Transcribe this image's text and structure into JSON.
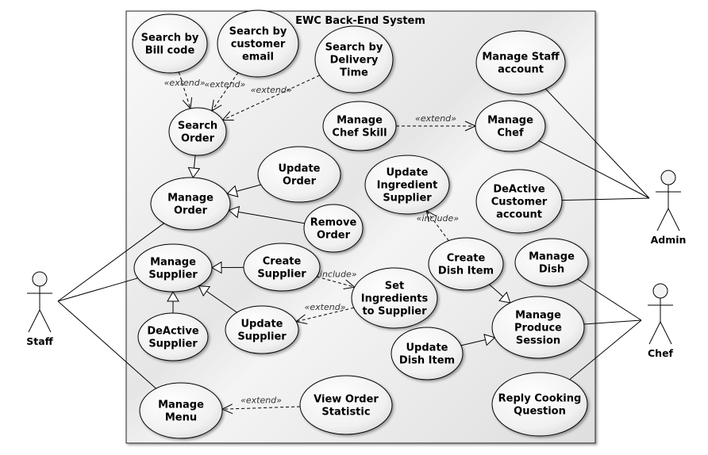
{
  "system": {
    "title": "EWC Back-End System"
  },
  "use_cases": [
    {
      "id": "search-bill",
      "lines": [
        "Search by",
        "Bill code"
      ]
    },
    {
      "id": "search-email",
      "lines": [
        "Search by",
        "customer",
        "email"
      ]
    },
    {
      "id": "search-delivery",
      "lines": [
        "Search by",
        "Delivery",
        "Time"
      ]
    },
    {
      "id": "search-order",
      "lines": [
        "Search",
        "Order"
      ]
    },
    {
      "id": "manage-order",
      "lines": [
        "Manage",
        "Order"
      ]
    },
    {
      "id": "update-order",
      "lines": [
        "Update",
        "Order"
      ]
    },
    {
      "id": "remove-order",
      "lines": [
        "Remove",
        "Order"
      ]
    },
    {
      "id": "manage-supplier",
      "lines": [
        "Manage",
        "Supplier"
      ]
    },
    {
      "id": "create-supplier",
      "lines": [
        "Create",
        "Supplier"
      ]
    },
    {
      "id": "update-supplier",
      "lines": [
        "Update",
        "Supplier"
      ]
    },
    {
      "id": "deactive-supplier",
      "lines": [
        "DeActive",
        "Supplier"
      ]
    },
    {
      "id": "set-ingredients",
      "lines": [
        "Set",
        "Ingredients",
        "to Supplier"
      ]
    },
    {
      "id": "manage-menu",
      "lines": [
        "Manage",
        "Menu"
      ]
    },
    {
      "id": "view-order-statistic",
      "lines": [
        "View Order",
        "Statistic"
      ]
    },
    {
      "id": "manage-chef-skill",
      "lines": [
        "Manage",
        "Chef Skill"
      ]
    },
    {
      "id": "manage-chef",
      "lines": [
        "Manage",
        "Chef"
      ]
    },
    {
      "id": "manage-staff-account",
      "lines": [
        "Manage Staff",
        "account"
      ]
    },
    {
      "id": "update-ingredient-supplier",
      "lines": [
        "Update",
        "Ingredient",
        "Supplier"
      ]
    },
    {
      "id": "deactive-customer",
      "lines": [
        "DeActive",
        "Customer",
        "account"
      ]
    },
    {
      "id": "create-dish-item",
      "lines": [
        "Create",
        "Dish Item"
      ]
    },
    {
      "id": "manage-dish",
      "lines": [
        "Manage",
        "Dish"
      ]
    },
    {
      "id": "manage-produce-session",
      "lines": [
        "Manage",
        "Produce",
        "Session"
      ]
    },
    {
      "id": "update-dish-item",
      "lines": [
        "Update",
        "Dish Item"
      ]
    },
    {
      "id": "reply-cooking-question",
      "lines": [
        "Reply Cooking",
        "Question"
      ]
    }
  ],
  "actors": [
    {
      "id": "staff",
      "name": "Staff"
    },
    {
      "id": "admin",
      "name": "Admin"
    },
    {
      "id": "chef",
      "name": "Chef"
    }
  ],
  "relationships": [
    {
      "type": "extend",
      "from": "search-bill",
      "to": "search-order",
      "label": "«extend»"
    },
    {
      "type": "extend",
      "from": "search-email",
      "to": "search-order",
      "label": "«extend»"
    },
    {
      "type": "extend",
      "from": "search-delivery",
      "to": "search-order",
      "label": "«extend»"
    },
    {
      "type": "generalization",
      "from": "search-order",
      "to": "manage-order"
    },
    {
      "type": "generalization",
      "from": "update-order",
      "to": "manage-order"
    },
    {
      "type": "generalization",
      "from": "remove-order",
      "to": "manage-order"
    },
    {
      "type": "extend",
      "from": "manage-chef-skill",
      "to": "manage-chef",
      "label": "«extend»"
    },
    {
      "type": "generalization",
      "from": "create-supplier",
      "to": "manage-supplier"
    },
    {
      "type": "generalization",
      "from": "update-supplier",
      "to": "manage-supplier"
    },
    {
      "type": "generalization",
      "from": "deactive-supplier",
      "to": "manage-supplier"
    },
    {
      "type": "include",
      "from": "create-supplier",
      "to": "set-ingredients",
      "label": "«include»"
    },
    {
      "type": "extend",
      "from": "set-ingredients",
      "to": "update-supplier",
      "label": "«extend»"
    },
    {
      "type": "include",
      "from": "create-dish-item",
      "to": "update-ingredient-supplier",
      "label": "«include»"
    },
    {
      "type": "generalization",
      "from": "create-dish-item",
      "to": "manage-produce-session"
    },
    {
      "type": "generalization",
      "from": "update-dish-item",
      "to": "manage-produce-session"
    },
    {
      "type": "extend",
      "from": "view-order-statistic",
      "to": "manage-menu",
      "label": "«extend»"
    },
    {
      "type": "association",
      "from": "staff",
      "to": "manage-order"
    },
    {
      "type": "association",
      "from": "staff",
      "to": "manage-supplier"
    },
    {
      "type": "association",
      "from": "staff",
      "to": "manage-menu"
    },
    {
      "type": "association",
      "from": "admin",
      "to": "manage-staff-account"
    },
    {
      "type": "association",
      "from": "admin",
      "to": "manage-chef"
    },
    {
      "type": "association",
      "from": "admin",
      "to": "deactive-customer"
    },
    {
      "type": "association",
      "from": "chef",
      "to": "manage-dish"
    },
    {
      "type": "association",
      "from": "chef",
      "to": "manage-produce-session"
    },
    {
      "type": "association",
      "from": "chef",
      "to": "reply-cooking-question"
    }
  ]
}
